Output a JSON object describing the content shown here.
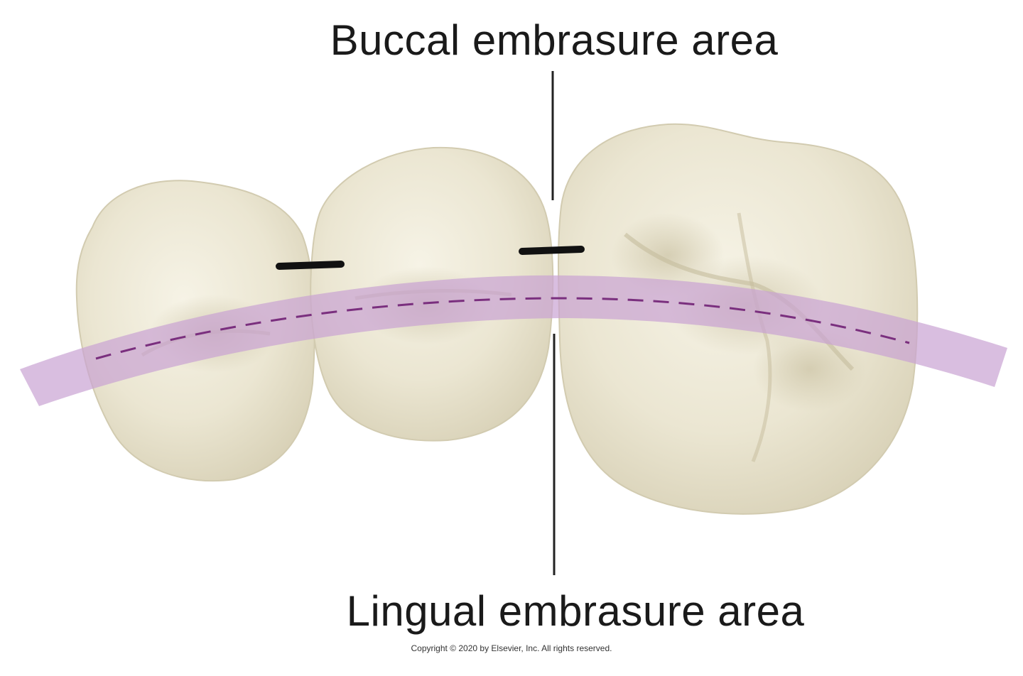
{
  "labels": {
    "buccal": "Buccal embrasure area",
    "lingual": "Lingual embrasure area",
    "copyright": "Copyright © 2020 by Elsevier, Inc. All rights reserved."
  },
  "colors": {
    "tooth_fill": "#ebe6d2",
    "tooth_shadow": "#d6cfb4",
    "arch_band": "#c9a3d3",
    "arch_line": "#7a2f7e",
    "contact_marks": "#111111",
    "leader_lines": "#222222"
  }
}
